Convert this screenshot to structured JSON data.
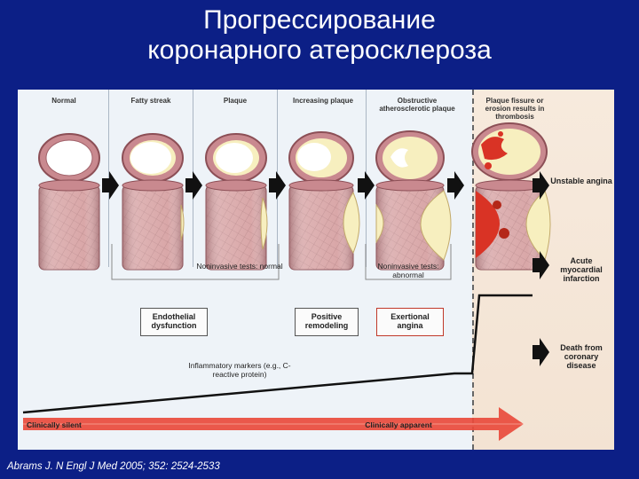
{
  "title": {
    "line1": "Прогрессирование",
    "line2": "коронарного атеросклероза"
  },
  "stages": [
    {
      "label": "Normal"
    },
    {
      "label": "Fatty streak"
    },
    {
      "label": "Plaque"
    },
    {
      "label": "Increasing plaque"
    },
    {
      "label": "Obstructive atherosclerotic plaque"
    },
    {
      "label": "Plaque fissure or erosion results in thrombosis"
    }
  ],
  "tests": {
    "normal": "Noninvasive tests: normal",
    "abnormal": "Noninvasive tests: abnormal"
  },
  "boxes": {
    "endothelial": "Endothelial dysfunction",
    "remodeling": "Positive remodeling",
    "exertional": "Exertional angina"
  },
  "outcomes": {
    "unstable": "Unstable angina",
    "ami": "Acute myocardial infarction",
    "death": "Death from coronary disease"
  },
  "markers": "Inflammatory markers (e.g., C-reactive protein)",
  "clinical": {
    "silent": "Clinically silent",
    "apparent": "Clinically apparent"
  },
  "citation": "Abrams J. N Engl J Med 2005; 352: 2524-2533",
  "colors": {
    "background": "#0c1f86",
    "vessel": "#d9a7a8",
    "plaque": "#f7efbf",
    "thrombus": "#d93325",
    "arrow": "#e94b3c"
  }
}
